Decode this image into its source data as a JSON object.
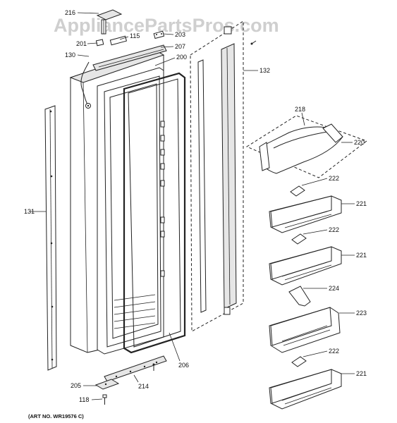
{
  "watermark": "AppliancePartsPros.com",
  "art_number": "(ART NO. WR19576 C)",
  "callouts": {
    "c216": "216",
    "c115": "115",
    "c203": "203",
    "c201": "201",
    "c207": "207",
    "c130": "130",
    "c200": "200",
    "c132": "132",
    "c218": "218",
    "c220": "220",
    "c131": "131",
    "c222a": "222",
    "c221a": "221",
    "c222b": "222",
    "c221b": "221",
    "c224": "224",
    "c223": "223",
    "c222c": "222",
    "c221c": "221",
    "c206": "206",
    "c205": "205",
    "c214": "214",
    "c118": "118"
  }
}
